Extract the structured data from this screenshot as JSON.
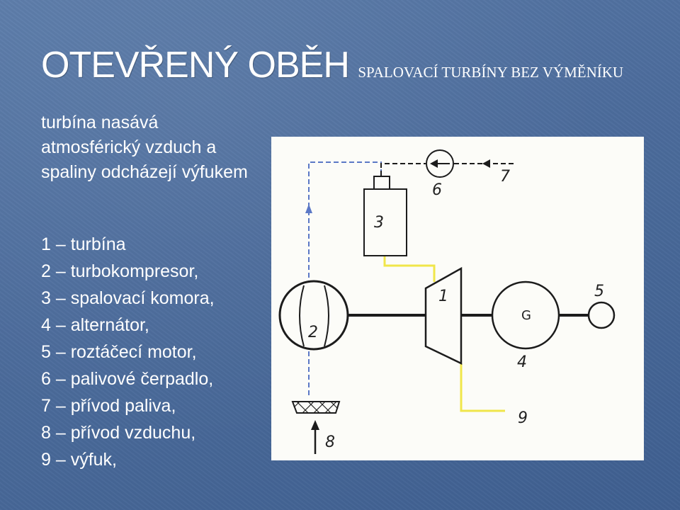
{
  "title": {
    "main": "OTEVŘENÝ OBĚH",
    "sub": "SPALOVACÍ  TURBÍNY BEZ VÝMĚNÍKU"
  },
  "intro": "turbína nasává atmosférický vzduch a spaliny odcházejí výfukem",
  "legend": [
    "1 – turbína",
    "2 – turbokompresor,",
    "3 – spalovací komora,",
    "4 – alternátor,",
    "5 – roztáčecí motor,",
    "6 – palivové čerpadlo,",
    "7 – přívod paliva,",
    "8 – přívod vzduchu,",
    "9 – výfuk,"
  ],
  "diagram": {
    "labels": {
      "turbine": "1",
      "compressor": "2",
      "chamber": "3",
      "alternator_number": "4",
      "alternator_symbol": "G",
      "starter": "5",
      "pump": "6",
      "fuel": "7",
      "air": "8",
      "exhaust": "9"
    },
    "colors": {
      "air_line": "#5b78c6",
      "exhaust_line": "#f0e64a",
      "outline": "#1c1c1c"
    }
  }
}
